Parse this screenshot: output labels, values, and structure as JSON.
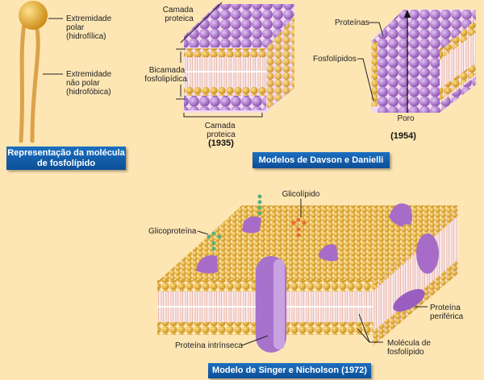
{
  "phospholipid": {
    "polar_label": [
      "Extremidade",
      "polar",
      "(hidrofílica)"
    ],
    "nonpolar_label": [
      "Extremidade",
      "não polar",
      "(hidrofóbica)"
    ],
    "caption": [
      "Representação da molécula",
      "de fosfolípido"
    ]
  },
  "davson_danielli": {
    "model_1935": {
      "top_label": [
        "Camada",
        "proteica"
      ],
      "bilayer_label": [
        "Bicamada",
        "fosfolipídica"
      ],
      "bottom_label": [
        "Camada",
        "proteica"
      ],
      "year": "(1935)"
    },
    "model_1954": {
      "proteins_label": "Proteínas",
      "phospholipids_label": "Fosfolípidos",
      "pore_label": "Poro",
      "year": "(1954)"
    },
    "caption": "Modelos de Davson e Danielli"
  },
  "singer_nicolson": {
    "glycolipid_label": "Glicolípido",
    "glycoprotein_label": "Glicoproteína",
    "peripheral_label": [
      "Proteína",
      "periférica"
    ],
    "intrinsic_label": "Proteína intrínseca",
    "phospholipid_label": [
      "Molécula de",
      "fosfolípido"
    ],
    "caption": "Modelo de Singer e Nicholson (1972)"
  },
  "colors": {
    "background": "#fde6b4",
    "head": "#e8a92a",
    "protein": "#a66cc8",
    "caption": "#1160ad"
  }
}
